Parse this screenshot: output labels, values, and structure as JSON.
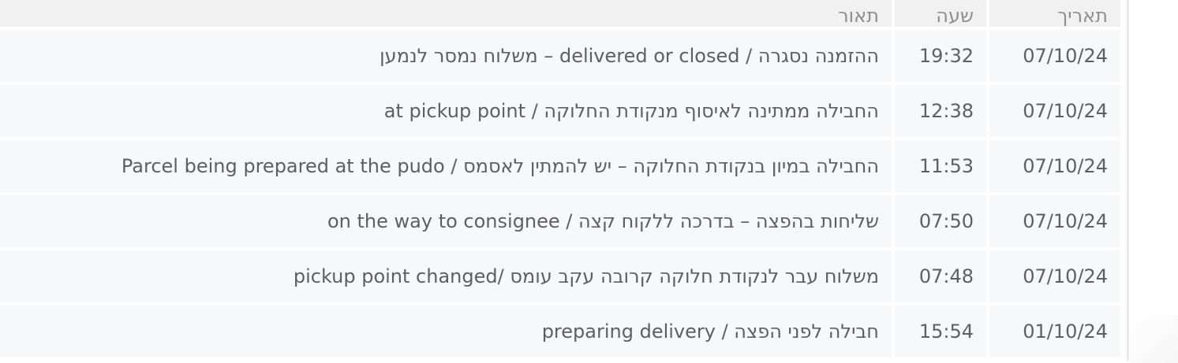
{
  "table": {
    "headers": {
      "date": "תאריך",
      "time": "שעה",
      "description": "תאור"
    },
    "rows": [
      {
        "date": "07/10/24",
        "time": "19:32",
        "description": "ההזמנה נסגרה / delivered or closed – משלוח נמסר לנמען"
      },
      {
        "date": "07/10/24",
        "time": "12:38",
        "description": "החבילה ממתינה לאיסוף מנקודת החלוקה / at pickup point"
      },
      {
        "date": "07/10/24",
        "time": "11:53",
        "description": "החבילה במיון בנקודת החלוקה – יש להמתין לאסמס / Parcel being prepared at the pudo"
      },
      {
        "date": "07/10/24",
        "time": "07:50",
        "description": "שליחות בהפצה – בדרכה ללקוח קצה / on the way to consignee"
      },
      {
        "date": "07/10/24",
        "time": "07:48",
        "description": "משלוח עבר לנקודת חלוקה קרובה עקב עומס /pickup point changed"
      },
      {
        "date": "01/10/24",
        "time": "15:54",
        "description": "חבילה לפני הפצה / preparing delivery"
      }
    ]
  }
}
